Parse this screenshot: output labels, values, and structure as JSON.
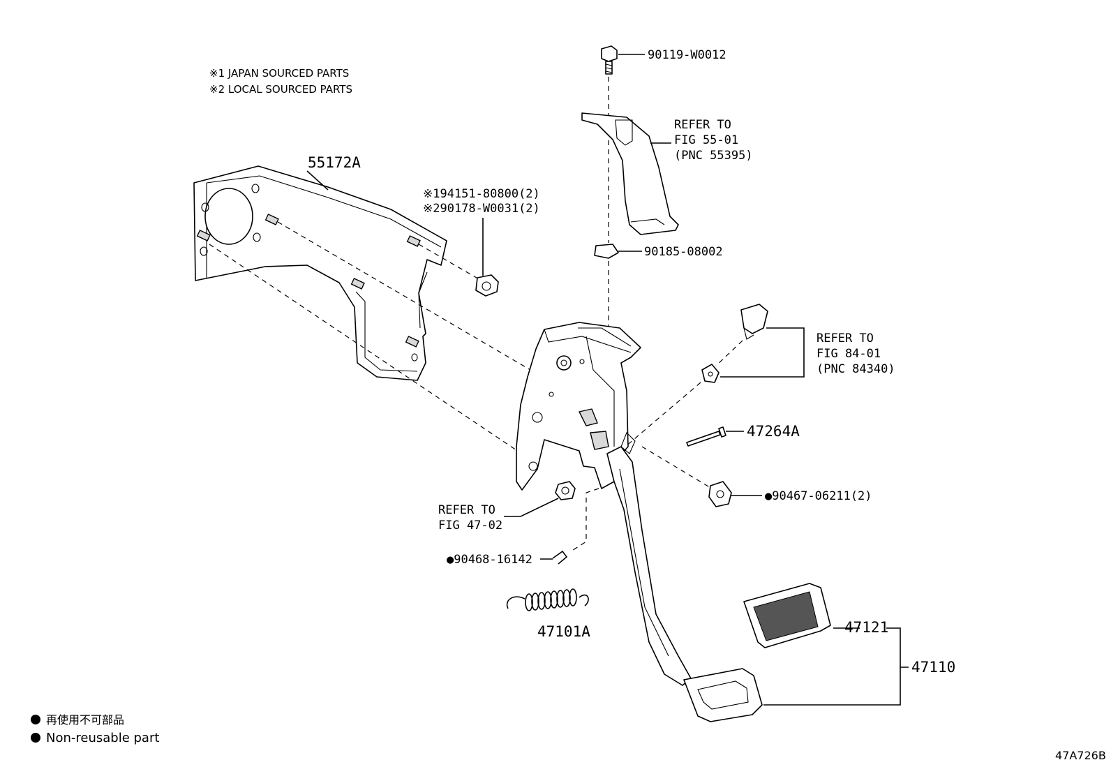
{
  "notes": {
    "japan": "※1 JAPAN SOURCED PARTS",
    "local": "※2 LOCAL SOURCED PARTS"
  },
  "parts": {
    "p90119": "90119-W0012",
    "refer55_l1": "REFER TO",
    "refer55_l2": "FIG 55-01",
    "refer55_l3": "(PNC 55395)",
    "p55172": "55172A",
    "p194151": "※194151-80800(2)",
    "p290178": "※290178-W0031(2)",
    "p90185": "90185-08002",
    "refer84_l1": "REFER TO",
    "refer84_l2": "FIG 84-01",
    "refer84_l3": "(PNC 84340)",
    "p47264": "47264A",
    "p90467": "●90467-06211(2)",
    "refer47_l1": "REFER TO",
    "refer47_l2": "FIG 47-02",
    "p90468": "●90468-16142",
    "p47101": "47101A",
    "p47121": "47121",
    "p47110": "47110"
  },
  "legend": {
    "jp_text": "再使用不可部品",
    "en_text": "Non-reusable part"
  },
  "figure_code": "47A726B"
}
